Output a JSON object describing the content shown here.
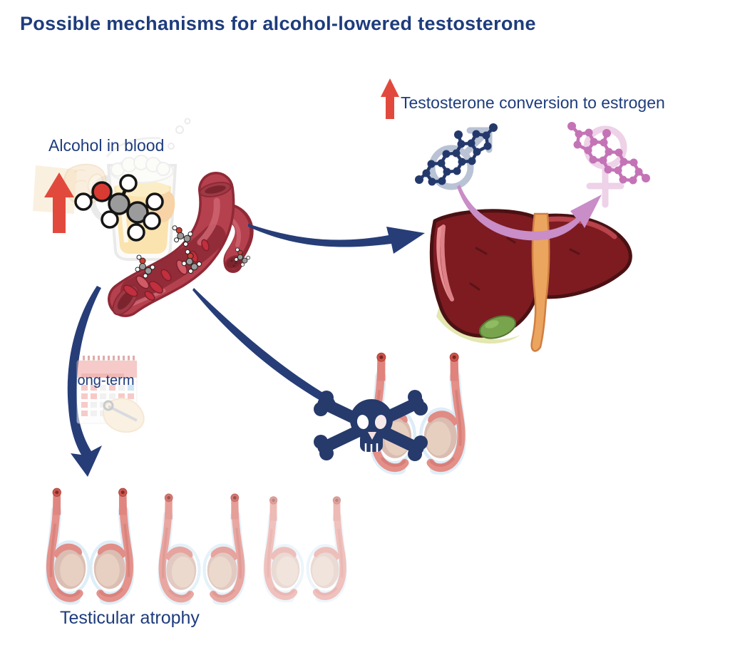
{
  "title": "Possible mechanisms for alcohol-lowered testosterone",
  "labels": {
    "alcohol_in_blood": "Alcohol in blood",
    "conversion": "Testosterone conversion to estrogen",
    "long_term": "long-term",
    "testicular_atrophy": "Testicular atrophy"
  },
  "icons": {
    "up_arrow_alcohol": "red increase arrow",
    "beer_mug": "faded beer mug held by fist",
    "ethanol_molecule": "ball-and-stick ethanol molecule",
    "blood_vessel": "blood vessel with red blood cells and ethanol molecules",
    "liver": "liver with gallbladder and bile duct",
    "male_symbol": "mars symbol with navy testosterone molecule",
    "female_symbol": "venus symbol with purple estrogen molecule",
    "up_arrow_conversion": "red increase arrow",
    "skull_crossbones": "navy skull and crossbones over testes",
    "testes_pairs": "three fading pairs of testes showing atrophy",
    "calendar_hand": "faded calendar with writing hand"
  },
  "colors": {
    "text_navy": "#1e3c7c",
    "arrow_navy": "#263d78",
    "skull_navy": "#263a6b",
    "red_arrow": "#e2493d",
    "vessel_red": "#b5414e",
    "liver_maroon": "#7d1b21",
    "gallbladder_green": "#79a44e",
    "duct_orange": "#eca55e",
    "pink_arrow": "#c98dc7",
    "estrogen_purple": "#c473b6",
    "male_symbol_gray": "#b9c3d5",
    "female_symbol_pink": "#eed2e8",
    "testis_salmon": "#e48f88",
    "testis_body": "#d9bab0",
    "halo_blue": "#d9ebf7"
  },
  "edges": [
    {
      "from": "alcohol in blood",
      "to": "liver",
      "meaning": "alcohol reaches liver, raising testosterone conversion to estrogen"
    },
    {
      "from": "alcohol in blood",
      "to": "testes",
      "meaning": "direct toxicity to testes (skull and crossbones)"
    },
    {
      "from": "alcohol in blood",
      "to": "testicular atrophy",
      "label": "long-term"
    },
    {
      "from": "testosterone",
      "to": "estrogen",
      "via": "liver",
      "meaning": "conversion shown by pink arrow"
    }
  ]
}
